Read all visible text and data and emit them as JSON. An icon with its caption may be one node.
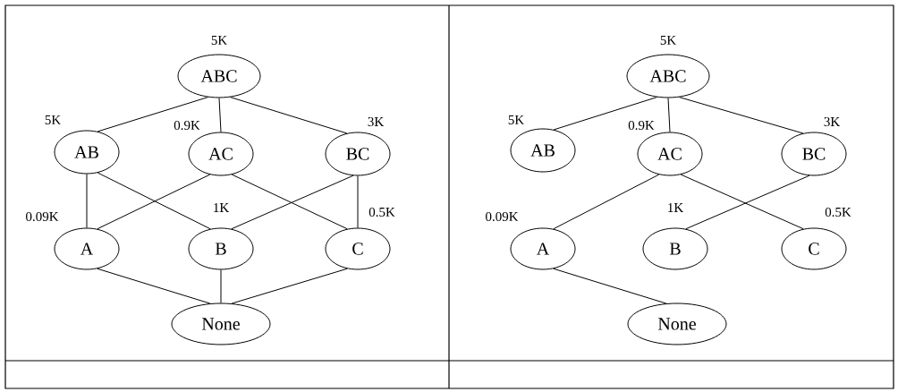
{
  "diagram": {
    "nodes": [
      {
        "text": [
          "ABC"
        ],
        "beside": [
          "5K"
        ]
      },
      {
        "text": [
          "AB"
        ],
        "beside": [
          "5K"
        ]
      },
      {
        "text": [
          "AC"
        ],
        "beside": [
          "0.9K"
        ]
      },
      {
        "text": [
          "BC"
        ],
        "beside": [
          "3K"
        ]
      },
      {
        "text": [
          "A"
        ],
        "beside": [
          "0.09K"
        ]
      },
      {
        "text": [
          "B"
        ],
        "beside": [
          "1K"
        ]
      },
      {
        "text": [
          "C"
        ],
        "beside": [
          "0.5K"
        ]
      },
      {
        "text": [
          "None"
        ]
      },
      {
        "text": [
          "ABC"
        ],
        "beside": [
          "5K"
        ]
      },
      {
        "text": [
          "AB"
        ],
        "beside": [
          "5K"
        ]
      },
      {
        "text": [
          "AC"
        ],
        "beside": [
          "0.9K"
        ]
      },
      {
        "text": [
          "BC"
        ],
        "beside": [
          "3K"
        ]
      },
      {
        "text": [
          "A"
        ],
        "beside": [
          "0.09K"
        ]
      },
      {
        "text": [
          "B"
        ],
        "beside": [
          "1K"
        ]
      },
      {
        "text": [
          "C"
        ],
        "beside": [
          "0.5K"
        ]
      },
      {
        "text": [
          "None"
        ]
      }
    ],
    "edges": [
      {
        "from": 0,
        "to": 1,
        "arrow": "none"
      },
      {
        "from": 0,
        "to": 2,
        "arrow": "none"
      },
      {
        "from": 0,
        "to": 3,
        "arrow": "none"
      },
      {
        "from": 1,
        "to": 4,
        "arrow": "none"
      },
      {
        "from": 1,
        "to": 5,
        "arrow": "none"
      },
      {
        "from": 2,
        "to": 4,
        "arrow": "none"
      },
      {
        "from": 2,
        "to": 6,
        "arrow": "none"
      },
      {
        "from": 3,
        "to": 5,
        "arrow": "none"
      },
      {
        "from": 3,
        "to": 6,
        "arrow": "none"
      },
      {
        "from": 4,
        "to": 7,
        "arrow": "none"
      },
      {
        "from": 5,
        "to": 7,
        "arrow": "none"
      },
      {
        "from": 6,
        "to": 7,
        "arrow": "none"
      },
      {
        "from": 8,
        "to": 9,
        "arrow": "none"
      },
      {
        "from": 8,
        "to": 10,
        "arrow": "none"
      },
      {
        "from": 8,
        "to": 11,
        "arrow": "none"
      },
      {
        "from": 10,
        "to": 12,
        "arrow": "none"
      },
      {
        "from": 10,
        "to": 14,
        "arrow": "none"
      },
      {
        "from": 11,
        "to": 13,
        "arrow": "none"
      },
      {
        "from": 12,
        "to": 15,
        "arrow": "none"
      }
    ]
  }
}
